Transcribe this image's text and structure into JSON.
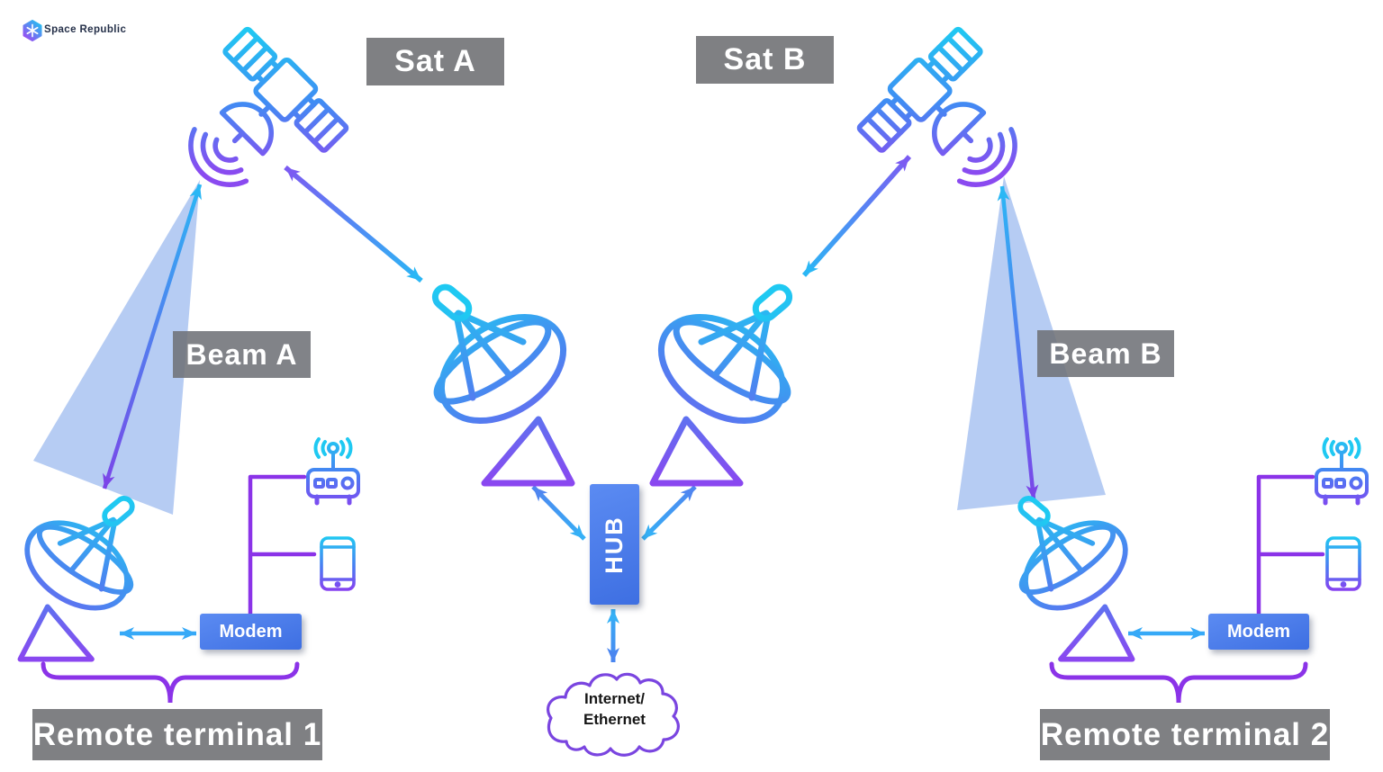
{
  "logo": {
    "brand": "Space Republic"
  },
  "diagram": {
    "satellites": [
      {
        "label": "Sat A"
      },
      {
        "label": "Sat B"
      }
    ],
    "beams": [
      {
        "label": "Beam A"
      },
      {
        "label": "Beam B"
      }
    ],
    "hub": {
      "label": "HUB"
    },
    "internet_cloud": {
      "line1": "Internet/",
      "line2": "Ethernet"
    },
    "terminals": [
      {
        "label": "Remote terminal 1",
        "modem": "Modem"
      },
      {
        "label": "Remote terminal 2",
        "modem": "Modem"
      }
    ]
  },
  "icons": {
    "logo": "hex-snowflake-icon",
    "satellite": "satellite-line-art-icon",
    "ground_dish": "satellite-dish-icon",
    "router": "wifi-router-icon",
    "phone": "smartphone-icon",
    "cloud": "cloud-outline-icon"
  },
  "colors": {
    "accent_cyan": "#1fc9f2",
    "accent_blue": "#4a86f0",
    "accent_purple": "#8b33e8",
    "box_blue_top": "#5b8bf2",
    "box_blue_bottom": "#3e6fe2",
    "label_gray": "#747578",
    "beam_fill": "#a9c3f1",
    "text_white": "#ffffff",
    "logo_text": "#253049"
  }
}
